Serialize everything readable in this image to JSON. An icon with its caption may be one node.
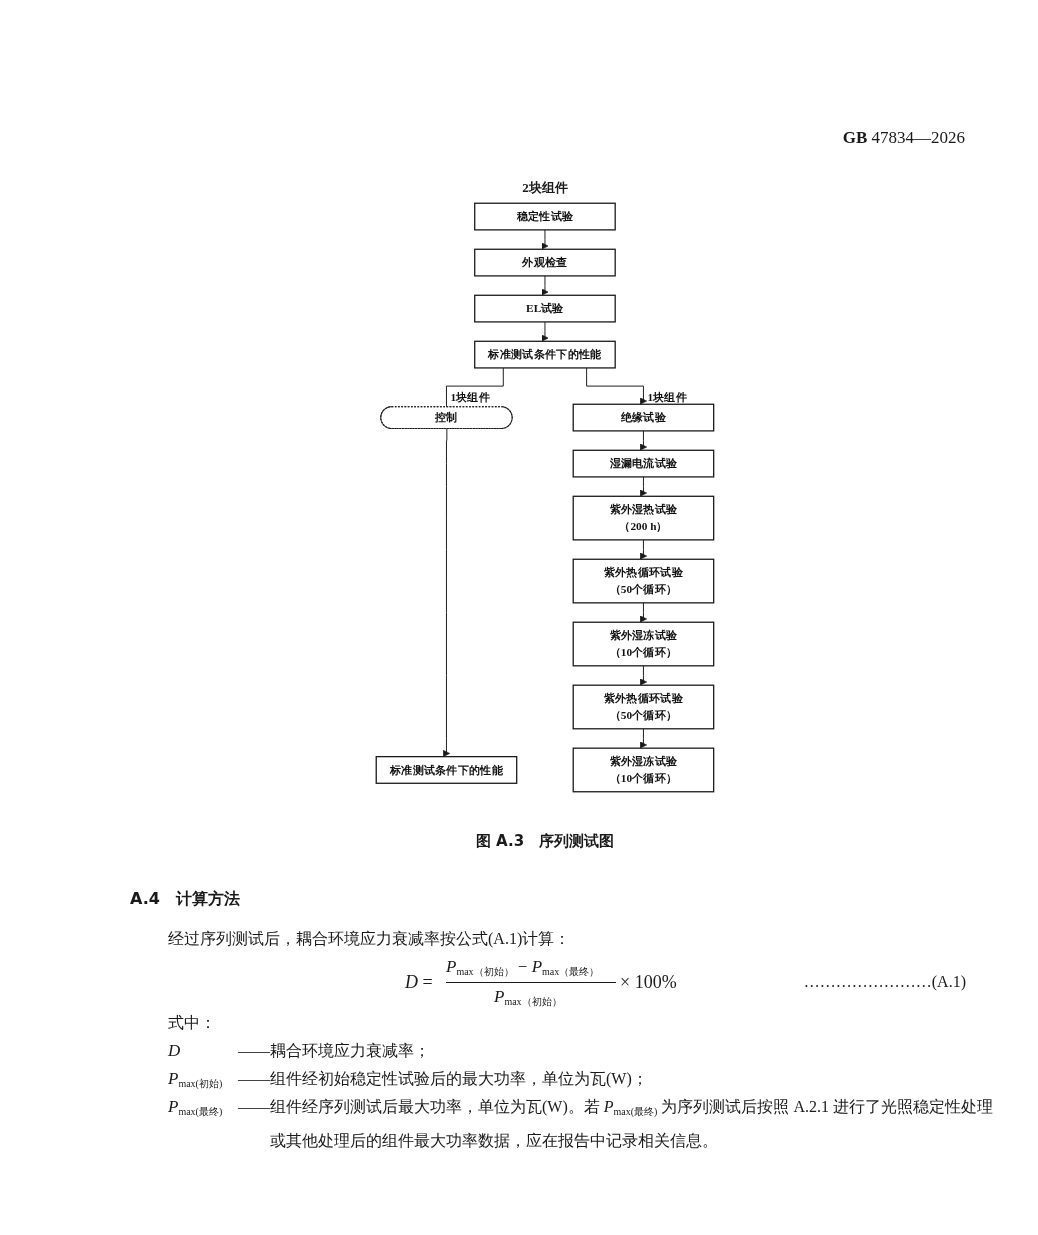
{
  "diagram": {
    "caption": "图 A.3　序列测试图",
    "nodes": [
      {
        "text": [
          "稳定性试验"
        ],
        "beside": [
          "2块组件"
        ]
      },
      {
        "text": [
          "外观检查"
        ]
      },
      {
        "text": [
          "EL试验"
        ]
      },
      {
        "text": [
          "标准测试条件下的性能"
        ]
      },
      {
        "text": [
          "绝缘试验"
        ]
      },
      {
        "text": [
          "湿漏电流试验"
        ]
      },
      {
        "text": [
          "紫外湿热试验",
          "（200 h）"
        ]
      },
      {
        "text": [
          "紫外热循环试验",
          "（50个循环）"
        ]
      },
      {
        "text": [
          "紫外湿冻试验",
          "（10个循环）"
        ]
      },
      {
        "text": [
          "紫外热循环试验",
          "（50个循环）"
        ]
      },
      {
        "text": [
          "紫外湿冻试验",
          "（10个循环）"
        ]
      },
      {
        "text": [
          "控制"
        ]
      },
      {
        "text": [
          "标准测试条件下的性能"
        ]
      }
    ],
    "edges": [
      {
        "from": 0,
        "to": 1,
        "arrow": "to"
      },
      {
        "from": 1,
        "to": 2,
        "arrow": "to"
      },
      {
        "from": 2,
        "to": 3,
        "arrow": "to"
      },
      {
        "from": 3,
        "to": 11,
        "arrow": "none",
        "label": "1块组件"
      },
      {
        "from": 3,
        "to": 4,
        "arrow": "to",
        "label": "1块组件"
      },
      {
        "from": 4,
        "to": 5,
        "arrow": "to"
      },
      {
        "from": 5,
        "to": 6,
        "arrow": "to"
      },
      {
        "from": 6,
        "to": 7,
        "arrow": "to"
      },
      {
        "from": 7,
        "to": 8,
        "arrow": "to"
      },
      {
        "from": 8,
        "to": 9,
        "arrow": "to"
      },
      {
        "from": 9,
        "to": 10,
        "arrow": "to"
      },
      {
        "from": 11,
        "to": 12,
        "arrow": "to"
      }
    ],
    "labels": [
      "**GB** 47834—2026",
      "A.4　计算方法",
      "经过序列测试后，耦合环境应力衰减率按公式(A.1)计算：",
      "*D* =",
      "*P*$_{max（初始）}$ − *P*$_{max（最终）}$",
      "*P*$_{max（初始）}$",
      "× 100%",
      "……………………(A.1)",
      "式中：",
      "D",
      "——耦合环境应力衰减率；",
      "*P*$_{max(初始)}$",
      "——组件经初始稳定性试验后的最大功率，单位为瓦(W)；",
      "*P*$_{max(最终)}$",
      "——组件经序列测试后最大功率，单位为瓦(W)。若 *P*$_{max(最终)}$ 为序列测试后按照 A.2.1 进行了光照稳定性处理或其他处理后的组件最大功率数据，应在报告中记录相关信息。"
    ]
  }
}
